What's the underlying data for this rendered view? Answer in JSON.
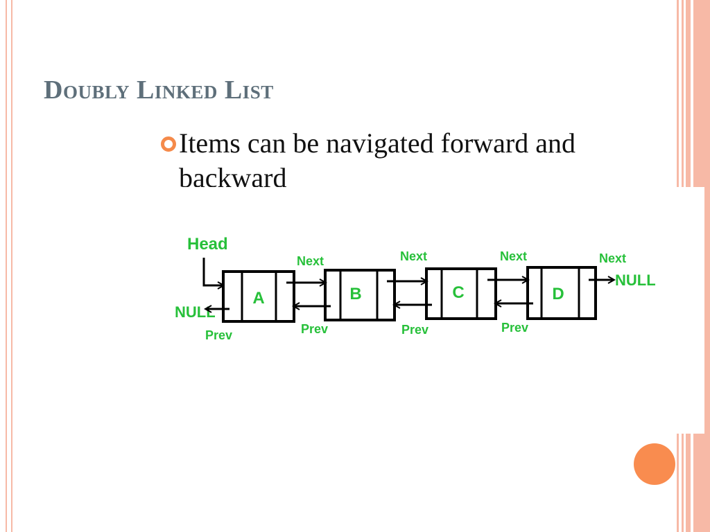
{
  "slide": {
    "title": "Doubly Linked List",
    "bullet": "Items can be navigated forward and backward"
  },
  "diagram": {
    "head_label": "Head",
    "null_left": "NULL",
    "null_right": "NULL",
    "nodes": [
      {
        "label": "A",
        "next_label": "Next",
        "prev_label": "Prev"
      },
      {
        "label": "B",
        "next_label": "Next",
        "prev_label": "Prev"
      },
      {
        "label": "C",
        "next_label": "Next",
        "prev_label": "Prev"
      },
      {
        "label": "D",
        "next_label": "Next",
        "prev_label": "Prev"
      }
    ]
  },
  "colors": {
    "title": "#5e6f7a",
    "accent": "#f58a4a",
    "frame": "#f7b9a6",
    "label_green": "#27c03a"
  }
}
